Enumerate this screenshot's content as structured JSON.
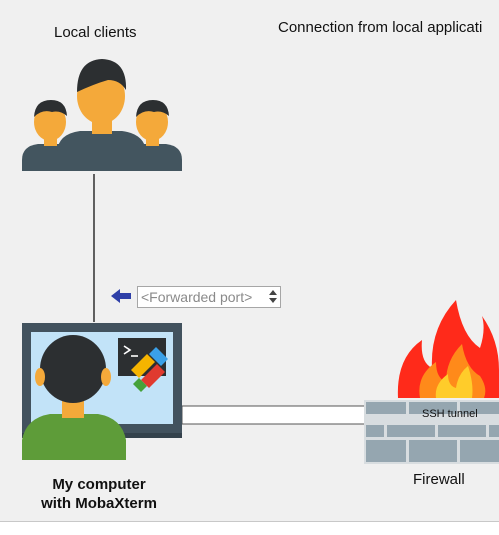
{
  "diagram": {
    "local_clients_label": "Local clients",
    "connection_title": "Connection from local applicati",
    "forwarded_port_placeholder": "<Forwarded port>",
    "my_computer_line1": "My computer",
    "my_computer_line2": "with MobaXterm",
    "firewall_label": "Firewall",
    "tunnel_label": "SSH tunnel"
  },
  "icons": {
    "clients": "users-group-icon",
    "arrow": "arrow-left-icon",
    "computer": "computer-user-icon",
    "terminal": "terminal-icon",
    "logo": "mobaxterm-logo-icon",
    "fire": "fire-icon",
    "wall": "brick-wall-icon"
  },
  "colors": {
    "background": "#f0f0f0",
    "arrow": "#2e3fa8",
    "monitor_frame": "#42525e",
    "screen": "#c2e3f8",
    "person_skin": "#f4a93a",
    "person_hair": "#2c2f31",
    "person_shirt_green": "#5e9c39",
    "client_shirt": "#43555f",
    "flame_outer": "#ff2a1a",
    "flame_inner": "#ffcc2a",
    "brick": "#95a6b0"
  }
}
